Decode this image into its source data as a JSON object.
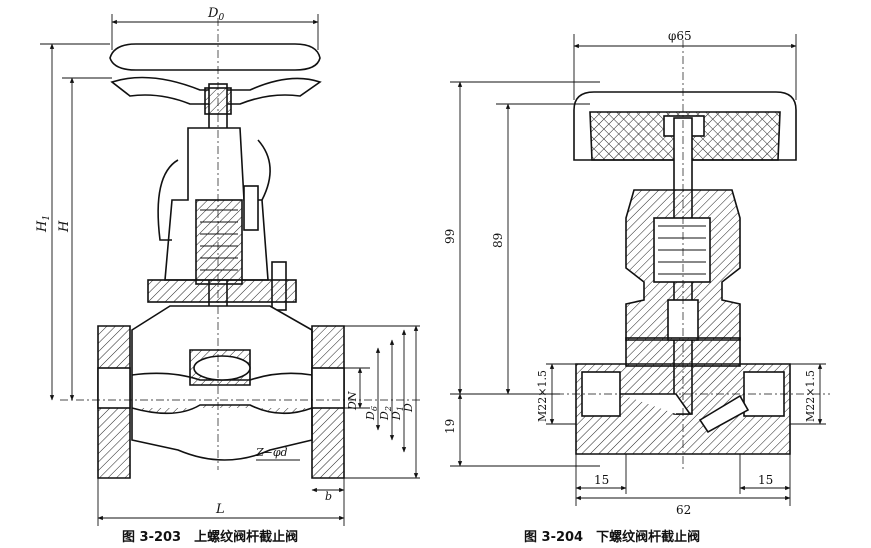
{
  "figure_left": {
    "caption": "图 3-203　上螺纹阀杆截止阀",
    "labels": {
      "d0": "D",
      "d0_sub": "0",
      "h1": "H",
      "h1_sub": "1",
      "h": "H",
      "l": "L",
      "dn": "DN",
      "d6": "D",
      "d6_sub": "6",
      "d2": "D",
      "d2_sub": "2",
      "d1": "D",
      "d1_sub": "1",
      "d": "D",
      "bolt": "Z−φd",
      "b": "b"
    }
  },
  "figure_right": {
    "caption": "图 3-204　下螺纹阀杆截止阀",
    "labels": {
      "phi65": "φ65",
      "h99": "99",
      "h89": "89",
      "h19": "19",
      "m22_left": "M22×1.5",
      "m22_right": "M22×1.5",
      "w15_left": "15",
      "w15_right": "15",
      "w62": "62"
    }
  }
}
